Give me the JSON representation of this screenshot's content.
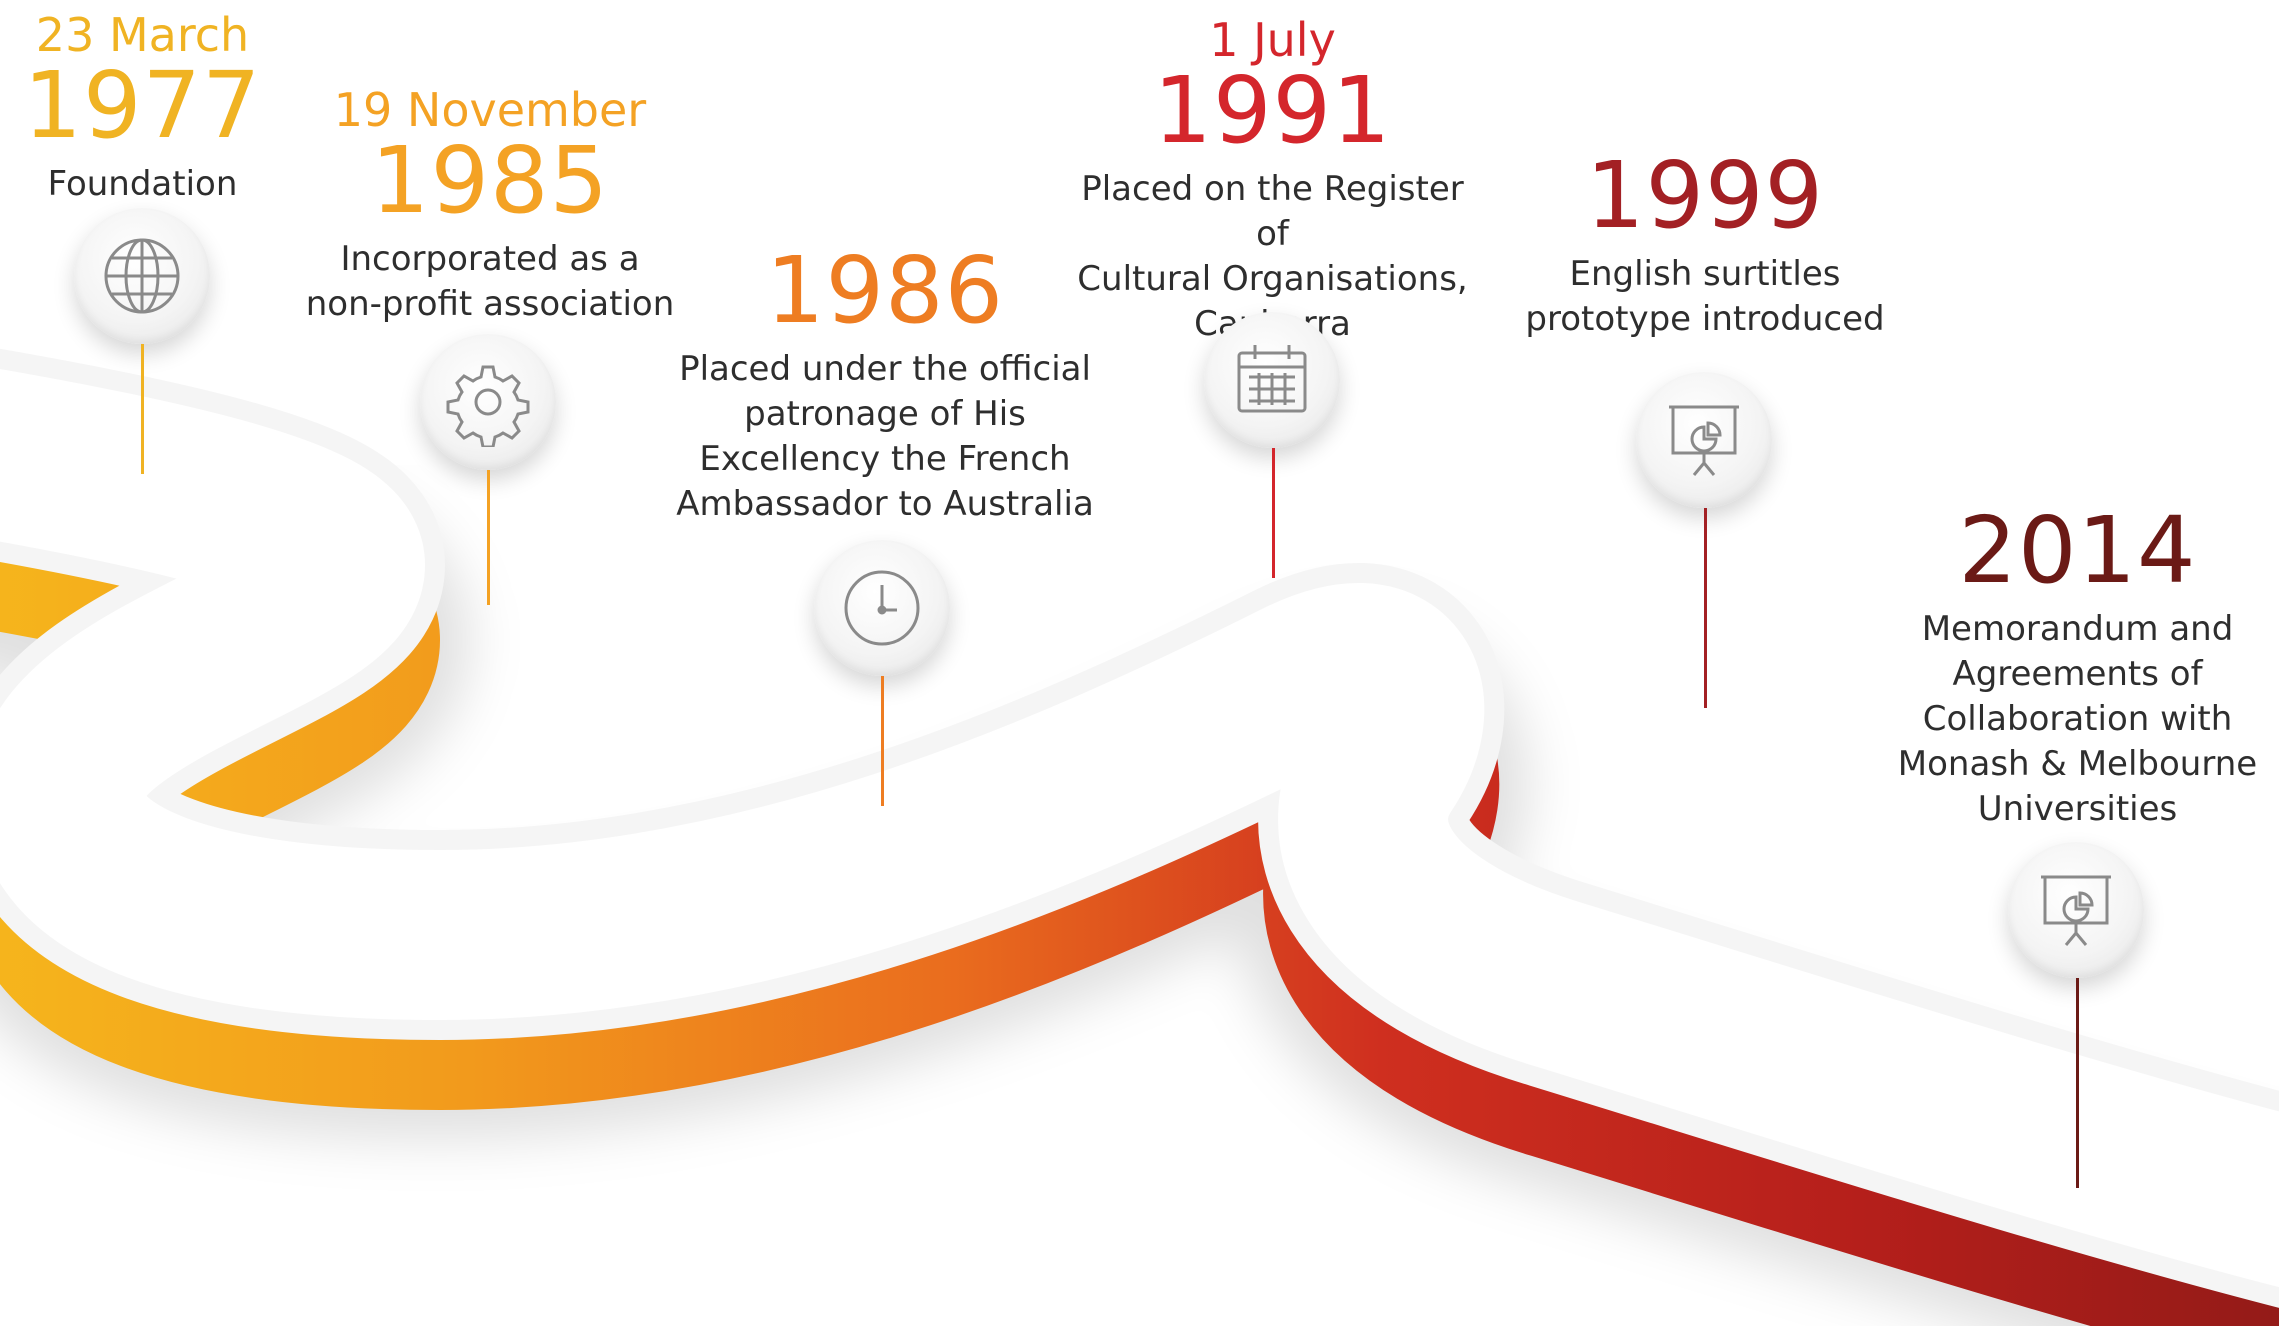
{
  "milestones": [
    {
      "date": "23 March",
      "year": "1977",
      "desc": [
        "Foundation"
      ],
      "color": "#f0b323",
      "icon": "globe-icon"
    },
    {
      "date": "19 November",
      "year": "1985",
      "desc": [
        "Incorporated as a",
        "non-profit association"
      ],
      "color": "#f4a224",
      "icon": "gear-icon"
    },
    {
      "date": "",
      "year": "1986",
      "desc": [
        "Placed under the official",
        "patronage of His",
        "Excellency the French",
        "Ambassador to Australia"
      ],
      "color": "#ee7d22",
      "icon": "clock-icon"
    },
    {
      "date": "1 July",
      "year": "1991",
      "desc": [
        "Placed on the Register of",
        "Cultural Organisations,",
        "Canberra"
      ],
      "color": "#d4262c",
      "icon": "calendar-icon"
    },
    {
      "date": "",
      "year": "1999",
      "desc": [
        "English surtitles",
        "prototype introduced"
      ],
      "color": "#a32024",
      "icon": "presentation-chart-icon"
    },
    {
      "date": "",
      "year": "2014",
      "desc": [
        "Memorandum and",
        "Agreements of",
        "Collaboration with",
        "Monash & Melbourne",
        "Universities"
      ],
      "color": "#6b1a16",
      "icon": "presentation-chart-icon"
    }
  ]
}
